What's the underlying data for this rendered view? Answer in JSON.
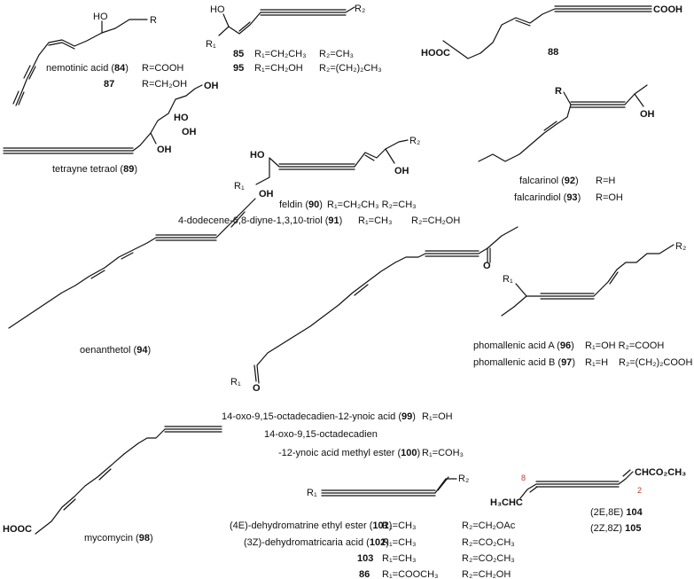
{
  "labels": {
    "nemotinic": "nemotinic acid (",
    "nemotinic_num": "84",
    "nemotinic_r": "R=COOH",
    "n87": "87",
    "n87_r": "R=CH₂OH",
    "c85": "85",
    "c85_r1": "R₁=CH₂CH₃",
    "c85_r2": "R₂=CH₃",
    "c95": "95",
    "c95_r1": "R₁=CH₂OH",
    "c95_r2": "R₂=(CH₂)₂CH₃",
    "c88": "88",
    "tetrayne": "tetrayne tetraol (",
    "tetrayne_num": "89",
    "feldin": "feldin (",
    "feldin_num": "90",
    "feldin_r": "R₁=CH₂CH₃  R₂=CH₃",
    "dodecene": "4-dodecene-6,8-diyne-1,3,10-triol (",
    "dodecene_num": "91",
    "dodecene_r1": "R₁=CH₃",
    "dodecene_r2": "R₂=CH₂OH",
    "falcarinol": "falcarinol (",
    "falcarinol_num": "92",
    "falcarinol_r": "R=H",
    "falcarindiol": "falcarindiol (",
    "falcarindiol_num": "93",
    "falcarindiol_r": "R=OH",
    "oenanthetol": "oenanthetol (",
    "oenanthetol_num": "94",
    "phomA": "phomallenic acid A (",
    "phomA_num": "96",
    "phomA_r": "R₁=OH  R₂=COOH",
    "phomB": "phomallenic acid B (",
    "phomB_num": "97",
    "phomB_r1": "R₁=H",
    "phomB_r2": "R₂=(CH₂)₂COOH",
    "oxo99": "14-oxo-9,15-octadecadien-12-ynoic acid (",
    "oxo99_num": "99",
    "oxo99_r": "R₁=OH",
    "oxo100_a": "14-oxo-9,15-octadecadien",
    "oxo100_b": "-12-ynoic acid methyl ester (",
    "oxo100_num": "100",
    "oxo100_r": "R₁=COH₃",
    "mycomycin": "mycomycin (",
    "mycomycin_num": "98",
    "c101": "(4E)-dehydromatrine ethyl ester (",
    "c101_num": "101",
    "c101_r1": "R₁=CH₃",
    "c101_r2": "R₂=CH₂OAc",
    "c102": "(3Z)-dehydromatricaria acid (",
    "c102_num": "102",
    "c102_r1": "R₁=CH₃",
    "c102_r2": "R₂=CO₂CH₃",
    "c103_num": "103",
    "c103_r1": "R₁=CH₃",
    "c103_r2": "R₂=CO₂CH₃",
    "c86_num": "86",
    "c86_r1": "R₁=COOCH₃",
    "c86_r2": "R₂=CH₂OH",
    "c104": "(2E,8E) ",
    "c104_num": "104",
    "c105": "(2Z,8Z) ",
    "c105_num": "105",
    "close": ")"
  },
  "atoms": {
    "R": "R",
    "R1": "R₁",
    "R2": "R₂",
    "HO": "HO",
    "OH": "OH",
    "O": "O",
    "COOH": "COOH",
    "HOOC": "HOOC",
    "H3CHC": "H₃CHC",
    "CHCO2CH3": "CHCO₂CH₃",
    "num8": "8",
    "num2": "2"
  },
  "colors": {
    "ink": "#111111",
    "locant": "#c0392b"
  }
}
